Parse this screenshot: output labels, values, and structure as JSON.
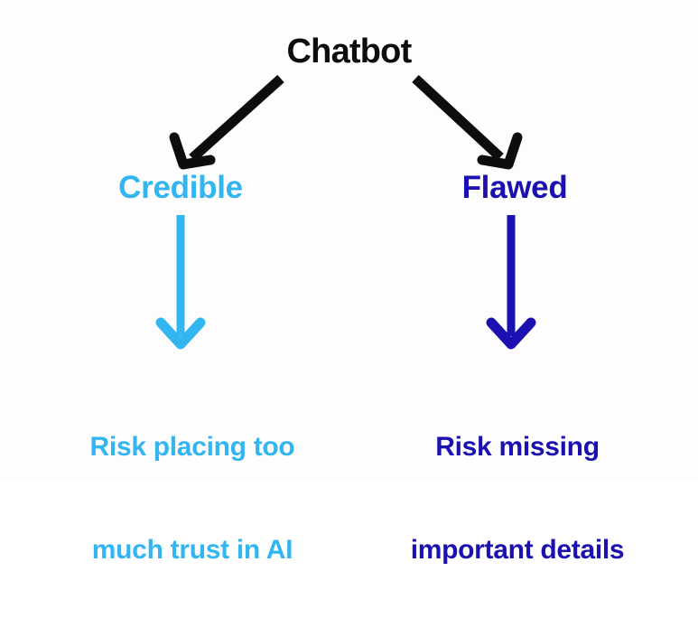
{
  "diagram": {
    "type": "flowchart",
    "orientation": "top-down",
    "background_color": "#fdfdfd",
    "root": {
      "label": "Chatbot",
      "color": "#0d0d0d"
    },
    "branches": [
      {
        "label": "Credible",
        "color": "#33b5f2",
        "outcome_line_1": "Risk placing too",
        "outcome_line_2": "much trust in AI"
      },
      {
        "label": "Flawed",
        "color": "#1b10b0",
        "outcome_line_1": "Risk missing",
        "outcome_line_2": "important details"
      }
    ],
    "connectors": {
      "root_to_branch_color": "#0d0d0d",
      "left_branch_to_outcome_color": "#33b5f2",
      "right_branch_to_outcome_color": "#1b10b0"
    }
  }
}
